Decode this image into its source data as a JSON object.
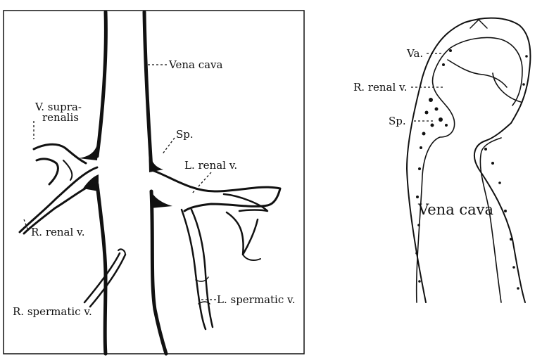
{
  "left_panel": {
    "labels": {
      "vena_cava": "Vena cava",
      "v_suprarenalis_line1": "V. supra-",
      "v_suprarenalis_line2": "renalis",
      "sp": "Sp.",
      "l_renal_v": "L. renal v.",
      "r_renal_v": "R. renal v.",
      "r_spermatic_v": "R. spermatic v.",
      "l_spermatic_v": "L. spermatic v."
    }
  },
  "right_panel": {
    "labels": {
      "va": "Va.",
      "r_renal_v": "R. renal v.",
      "sp": "Sp.",
      "vena_cava": "Vena cava"
    }
  },
  "colors": {
    "ink": "#111111",
    "background": "#ffffff"
  }
}
